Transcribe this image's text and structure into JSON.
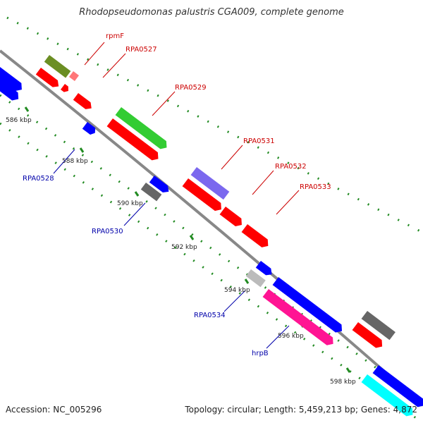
{
  "header": {
    "title": "Rhodopseudomonas palustris CGA009, complete genome"
  },
  "footer": {
    "accession": "Accession: NC_005296",
    "topology": "Topology: circular; Length: 5,459,213 bp; Genes: 4,872"
  },
  "colors": {
    "backbone": "#888888",
    "tick": "#228B22",
    "top_label": "#cc0000",
    "bottom_label": "#0000aa",
    "red": "#ff0000",
    "blue": "#0000ff",
    "green": "#33cc33",
    "olive": "#6b8e23",
    "pink": "#ff6666",
    "violet": "#7b68ee",
    "gray": "#666666",
    "light_gray": "#bbbbbb",
    "magenta": "#ff1493",
    "cyan": "#00ffff"
  },
  "scale": {
    "kbp_labels": [
      "586 kbp",
      "588 kbp",
      "590 kbp",
      "592 kbp",
      "594 kbp",
      "596 kbp",
      "598 kbp"
    ]
  },
  "genes_labels": {
    "top": [
      "rpmF",
      "RPA0527",
      "RPA0529",
      "RPA0531",
      "RPA0532",
      "RPA0533"
    ],
    "bottom": [
      "RPA0528",
      "RPA0530",
      "RPA0534",
      "hrpB"
    ]
  },
  "features": [
    {
      "id": "left-top-blue",
      "color": "blue"
    },
    {
      "id": "left-bottom-blue",
      "color": "blue"
    },
    {
      "id": "olive-gene",
      "color": "olive"
    },
    {
      "id": "red-gene-1",
      "color": "red"
    },
    {
      "id": "pink-small",
      "color": "pink"
    },
    {
      "id": "red-small",
      "color": "red"
    },
    {
      "id": "red-gene-2",
      "color": "red"
    },
    {
      "id": "blue-small",
      "color": "blue"
    },
    {
      "id": "green-gene",
      "color": "green"
    },
    {
      "id": "red-gene-3",
      "color": "red"
    },
    {
      "id": "blue-mid",
      "color": "blue"
    },
    {
      "id": "gray-gene",
      "color": "gray"
    },
    {
      "id": "violet-gene",
      "color": "violet"
    },
    {
      "id": "red-gene-4",
      "color": "red"
    },
    {
      "id": "red-gene-5",
      "color": "red"
    },
    {
      "id": "red-gene-6",
      "color": "red"
    },
    {
      "id": "blue-small-2",
      "color": "blue"
    },
    {
      "id": "lightgray-gene",
      "color": "light_gray"
    },
    {
      "id": "blue-long",
      "color": "blue"
    },
    {
      "id": "magenta-gene",
      "color": "magenta"
    },
    {
      "id": "gray-gene-2",
      "color": "gray"
    },
    {
      "id": "red-gene-7",
      "color": "red"
    },
    {
      "id": "blue-bottom",
      "color": "blue"
    },
    {
      "id": "cyan-bottom",
      "color": "cyan"
    }
  ]
}
